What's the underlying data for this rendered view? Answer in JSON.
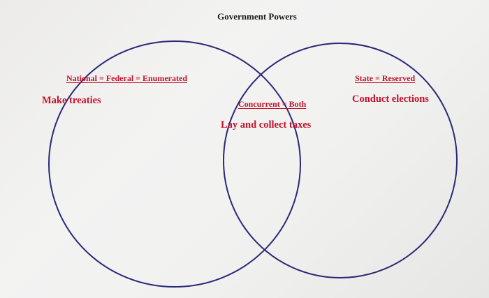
{
  "title": "Government Powers",
  "colors": {
    "text_accent": "#c4122a",
    "circle_stroke": "#2b2878",
    "title_text": "#1d1d1d"
  },
  "regions": {
    "national": {
      "heading": "National = Federal = Enumerated",
      "items": [
        "Make treaties"
      ]
    },
    "concurrent": {
      "heading": "Concurrent = Both",
      "items": [
        "Lay and collect taxes"
      ]
    },
    "state": {
      "heading": "State = Reserved",
      "items": [
        "Conduct elections"
      ]
    }
  }
}
